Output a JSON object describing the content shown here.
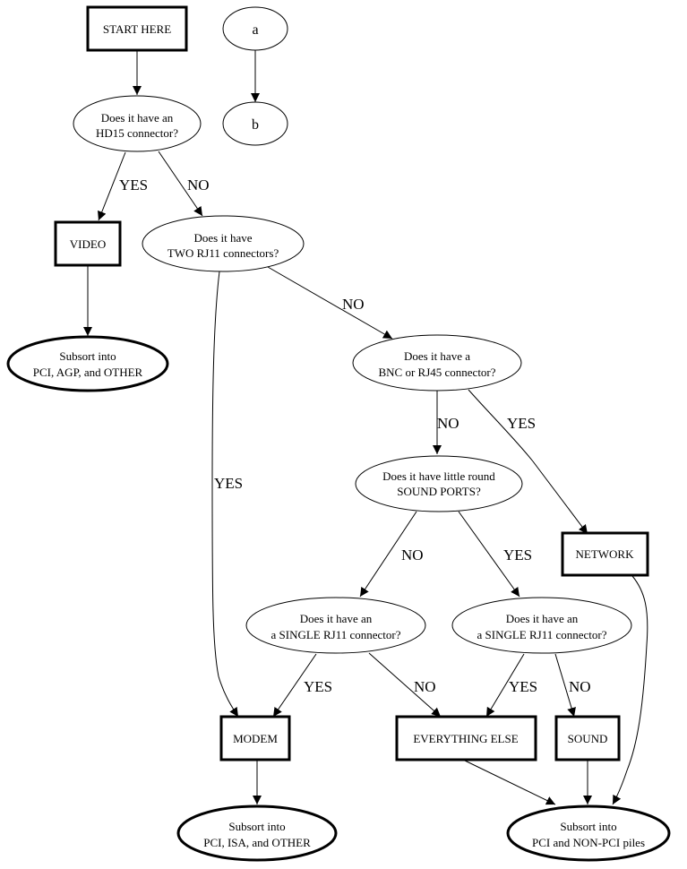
{
  "diagram": {
    "type": "flowchart",
    "nodes": {
      "start": {
        "label": "START HERE",
        "shape": "box-bold"
      },
      "a": {
        "label": "a",
        "shape": "ellipse"
      },
      "b": {
        "label": "b",
        "shape": "ellipse"
      },
      "q_hd15": {
        "lines": [
          "Does it have an",
          "HD15 connector?"
        ],
        "shape": "ellipse"
      },
      "video": {
        "label": "VIDEO",
        "shape": "box-bold"
      },
      "q_two_rj11": {
        "lines": [
          "Does it have",
          "TWO RJ11 connectors?"
        ],
        "shape": "ellipse"
      },
      "subsort_video": {
        "lines": [
          "Subsort into",
          "PCI, AGP, and OTHER"
        ],
        "shape": "ellipse-bold"
      },
      "q_bnc": {
        "lines": [
          "Does it have a",
          "BNC or RJ45 connector?"
        ],
        "shape": "ellipse"
      },
      "q_sound_ports": {
        "lines": [
          "Does it have little round",
          "SOUND PORTS?"
        ],
        "shape": "ellipse"
      },
      "network": {
        "label": "NETWORK",
        "shape": "box-bold"
      },
      "q_single_left": {
        "lines": [
          "Does it have an",
          "a SINGLE RJ11 connector?"
        ],
        "shape": "ellipse"
      },
      "q_single_right": {
        "lines": [
          "Does it have an",
          "a SINGLE RJ11 connector?"
        ],
        "shape": "ellipse"
      },
      "modem": {
        "label": "MODEM",
        "shape": "box-bold"
      },
      "everything_else": {
        "label": "EVERYTHING ELSE",
        "shape": "box-bold"
      },
      "sound": {
        "label": "SOUND",
        "shape": "box-bold"
      },
      "subsort_modem": {
        "lines": [
          "Subsort into",
          "PCI, ISA, and OTHER"
        ],
        "shape": "ellipse-bold"
      },
      "subsort_pci": {
        "lines": [
          "Subsort into",
          "PCI and NON-PCI piles"
        ],
        "shape": "ellipse-bold"
      }
    },
    "edges": [
      {
        "from": "start",
        "to": "q_hd15",
        "label": ""
      },
      {
        "from": "a",
        "to": "b",
        "label": ""
      },
      {
        "from": "q_hd15",
        "to": "video",
        "label": "YES"
      },
      {
        "from": "q_hd15",
        "to": "q_two_rj11",
        "label": "NO"
      },
      {
        "from": "video",
        "to": "subsort_video",
        "label": ""
      },
      {
        "from": "q_two_rj11",
        "to": "modem",
        "label": "YES"
      },
      {
        "from": "q_two_rj11",
        "to": "q_bnc",
        "label": "NO"
      },
      {
        "from": "q_bnc",
        "to": "q_sound_ports",
        "label": "NO"
      },
      {
        "from": "q_bnc",
        "to": "network",
        "label": "YES"
      },
      {
        "from": "q_sound_ports",
        "to": "q_single_left",
        "label": "NO"
      },
      {
        "from": "q_sound_ports",
        "to": "q_single_right",
        "label": "YES"
      },
      {
        "from": "q_single_left",
        "to": "modem",
        "label": "YES"
      },
      {
        "from": "q_single_left",
        "to": "everything_else",
        "label": "NO"
      },
      {
        "from": "q_single_right",
        "to": "everything_else",
        "label": "YES"
      },
      {
        "from": "q_single_right",
        "to": "sound",
        "label": "NO"
      },
      {
        "from": "modem",
        "to": "subsort_modem",
        "label": ""
      },
      {
        "from": "everything_else",
        "to": "subsort_pci",
        "label": ""
      },
      {
        "from": "sound",
        "to": "subsort_pci",
        "label": ""
      },
      {
        "from": "network",
        "to": "subsort_pci",
        "label": ""
      }
    ]
  }
}
